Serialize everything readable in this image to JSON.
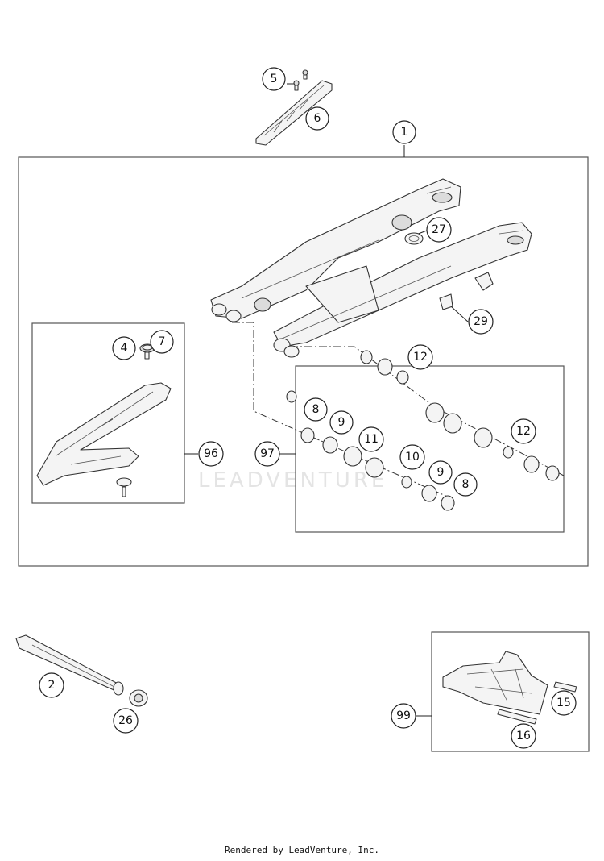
{
  "callouts": {
    "c1": "1",
    "c2": "2",
    "c4": "4",
    "c5": "5",
    "c6": "6",
    "c7": "7",
    "c8a": "8",
    "c8b": "8",
    "c9a": "9",
    "c9b": "9",
    "c10": "10",
    "c11": "11",
    "c12a": "12",
    "c12b": "12",
    "c15": "15",
    "c16": "16",
    "c26": "26",
    "c27": "27",
    "c29": "29",
    "c96": "96",
    "c97": "97",
    "c99": "99"
  },
  "watermark": "LEADVENTURE",
  "footer": "Rendered by LeadVenture, Inc."
}
